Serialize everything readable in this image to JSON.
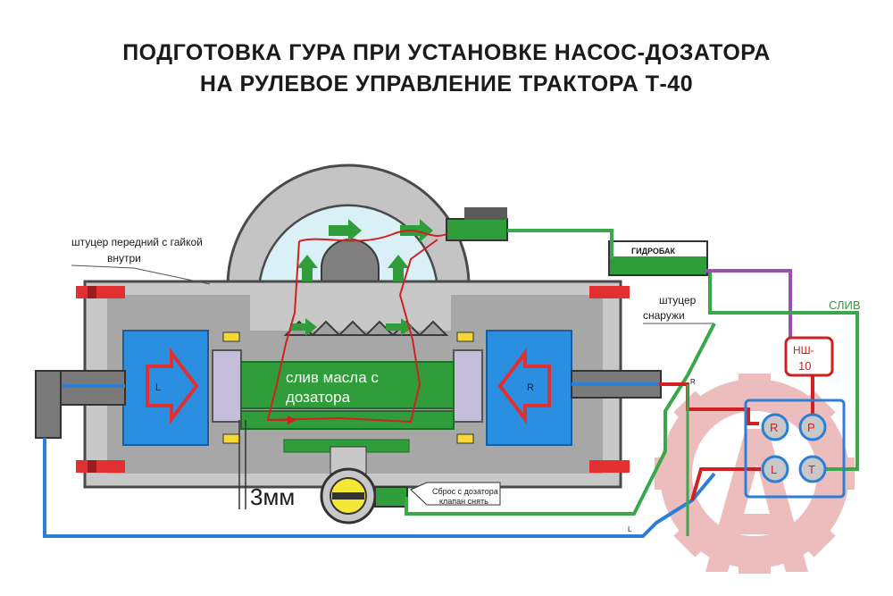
{
  "title": {
    "line1": "ПОДГОТОВКА ГУРА ПРИ УСТАНОВКЕ НАСОС-ДОЗАТОРА",
    "line2": "НА РУЛЕВОЕ УПРАВЛЕНИЕ ТРАКТОРА Т-40"
  },
  "labels": {
    "front_fitting_1": "штуцер передний с гайкой",
    "front_fitting_2": "внутри",
    "outer_fitting_1": "штуцер",
    "outer_fitting_2": "снаружи",
    "drain_oil_1": "слив масла с",
    "drain_oil_2": "дозатора",
    "dimension": "3мм",
    "reset_1": "Сброс с дозатора",
    "reset_2": "клапан снять",
    "tank": "ГИДРОБАК",
    "drain": "СЛИВ",
    "pump_1": "НШ-",
    "pump_2": "10",
    "left_chamber": "L",
    "right_chamber": "R",
    "port_r": "R",
    "port_p": "P",
    "port_l": "L",
    "port_t": "T",
    "small_r": "R",
    "small_l": "L"
  },
  "colors": {
    "housing": "#c8c8c8",
    "housing_dark": "#9b9b9b",
    "chamber_blue": "#2a8fe0",
    "flow_green": "#2f9e3a",
    "piston_lilac": "#c4bddc",
    "port_red": "#e23030",
    "dome_light": "#d9f0f7",
    "line_green": "#3aa84a",
    "line_blue": "#2b7fd6",
    "line_purple": "#9a50b0",
    "line_red": "#d22020",
    "watermark": "#e8a7a7"
  }
}
